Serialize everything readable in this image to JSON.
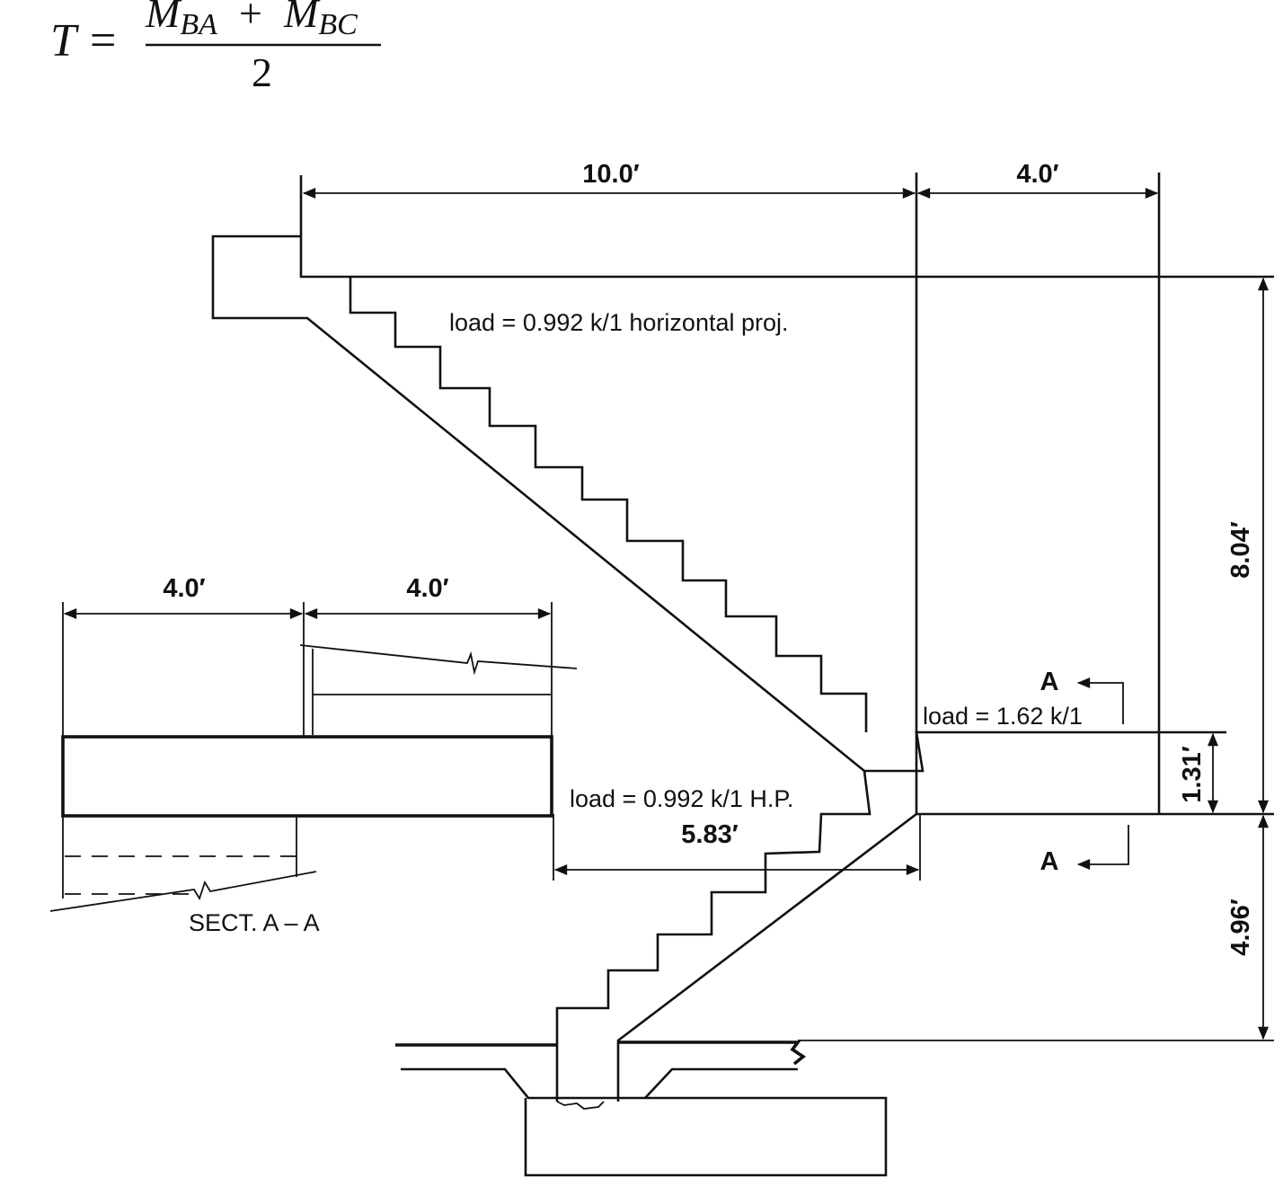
{
  "formula": {
    "lhs": "T",
    "equals": "=",
    "numerator_term1_base": "M",
    "numerator_term1_sub": "BA",
    "numerator_plus": "+",
    "numerator_term2_base": "M",
    "numerator_term2_sub": "BC",
    "denominator": "2"
  },
  "dimensions": {
    "top_flight_run": "10.0′",
    "top_landing_width": "4.0′",
    "upper_rise": "8.04′",
    "landing_thickness": "1.31′",
    "lower_rise": "4.96′",
    "lower_flight_run": "5.83′",
    "section_left_width": "4.0′",
    "section_right_width": "4.0′"
  },
  "loads": {
    "upper_flight": "load = 0.992 k/1 horizontal proj.",
    "landing": "load = 1.62 k/1",
    "lower_flight_line1": "load = 0.992 k/1 H.P.",
    "lower_flight_line2": "5.83′"
  },
  "section": {
    "marker_top": "A",
    "marker_bottom": "A",
    "title": "SECT. A – A"
  }
}
